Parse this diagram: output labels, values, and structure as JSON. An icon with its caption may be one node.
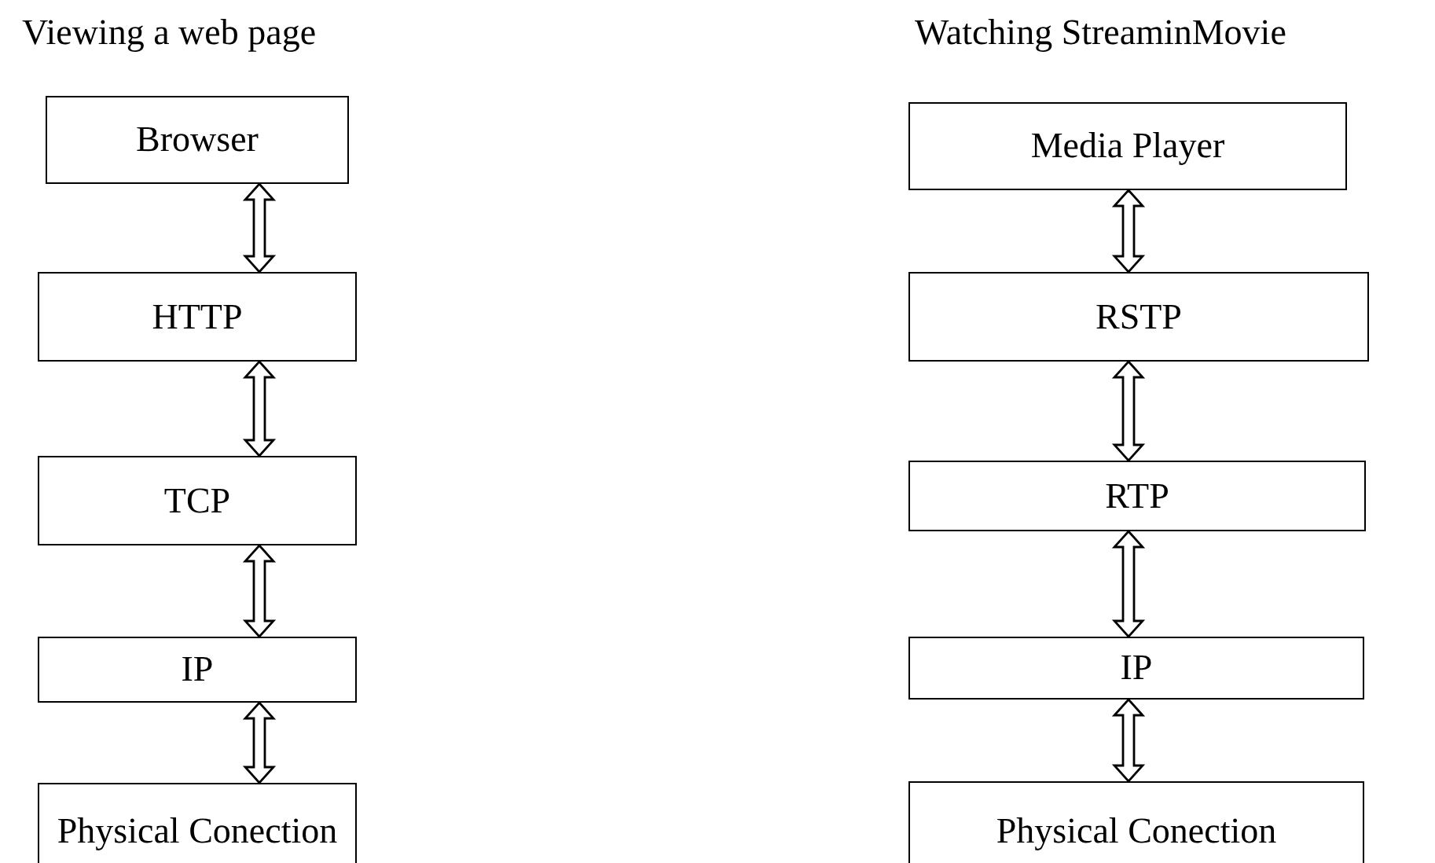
{
  "diagram": {
    "nodes": [
      {
        "text": [
          "Browser"
        ]
      },
      {
        "text": [
          "HTTP"
        ]
      },
      {
        "text": [
          "TCP"
        ]
      },
      {
        "text": [
          "IP"
        ]
      },
      {
        "text": [
          "Physical Conection"
        ]
      },
      {
        "text": [
          "Media Player"
        ]
      },
      {
        "text": [
          "RSTP"
        ]
      },
      {
        "text": [
          "RTP"
        ]
      },
      {
        "text": [
          "IP"
        ]
      },
      {
        "text": [
          "Physical Conection"
        ]
      }
    ],
    "edges": [
      {
        "from": 0,
        "to": 1,
        "arrow": "both"
      },
      {
        "from": 1,
        "to": 2,
        "arrow": "both"
      },
      {
        "from": 2,
        "to": 3,
        "arrow": "both"
      },
      {
        "from": 3,
        "to": 4,
        "arrow": "both"
      },
      {
        "from": 5,
        "to": 6,
        "arrow": "both"
      },
      {
        "from": 6,
        "to": 7,
        "arrow": "both"
      },
      {
        "from": 7,
        "to": 8,
        "arrow": "both"
      },
      {
        "from": 8,
        "to": 9,
        "arrow": "both"
      }
    ],
    "labels": [
      "Viewing a web page",
      "Watching StreaminMovie"
    ]
  }
}
